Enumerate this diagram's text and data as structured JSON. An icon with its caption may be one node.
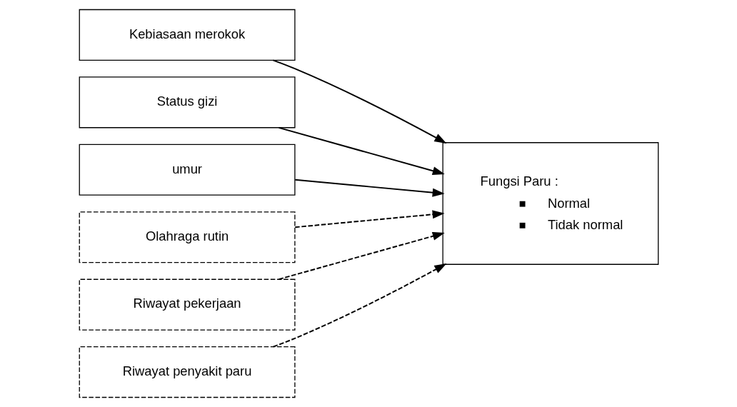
{
  "diagram": {
    "nodes": [
      {
        "text": [
          "Kebiasaan merokok"
        ]
      },
      {
        "text": [
          "Status gizi"
        ]
      },
      {
        "text": [
          "umur"
        ]
      },
      {
        "text": [
          "Olahraga rutin"
        ]
      },
      {
        "text": [
          "Riwayat pekerjaan"
        ]
      },
      {
        "text": [
          "Riwayat penyakit paru"
        ]
      },
      {
        "text": [
          "Fungsi Paru :",
          "Normal",
          "Tidak normal"
        ]
      }
    ],
    "edges": [
      {
        "from": 0,
        "to": 6,
        "arrow": "to"
      },
      {
        "from": 1,
        "to": 6,
        "arrow": "to"
      },
      {
        "from": 2,
        "to": 6,
        "arrow": "to"
      },
      {
        "from": 3,
        "to": 6,
        "arrow": "to",
        "style": "dashed"
      },
      {
        "from": 4,
        "to": 6,
        "arrow": "to",
        "style": "dashed"
      },
      {
        "from": 5,
        "to": 6,
        "arrow": "to",
        "style": "dashed"
      }
    ]
  }
}
